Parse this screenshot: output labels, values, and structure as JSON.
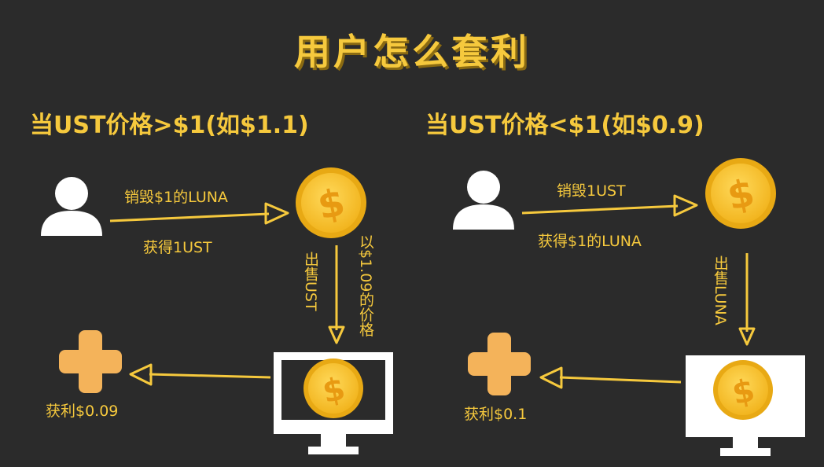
{
  "title": "用户怎么套利",
  "left": {
    "heading": "当UST价格>$1(如$1.1)",
    "arrow_top_label": "销毁$1的LUNA",
    "arrow_bottom_label": "获得1UST",
    "down_label_sell": "出售UST",
    "down_label_price": "以$1.09的价格",
    "profit_label": "获利$0.09"
  },
  "right": {
    "heading": "当UST价格<$1(如$0.9)",
    "arrow_top_label": "销毁1UST",
    "arrow_bottom_label": "获得$1的LUNA",
    "down_label_sell": "出售LUNA",
    "profit_label": "获利$0.1"
  },
  "icons": {
    "user": "user-icon",
    "coin": "dollar-coin-icon",
    "plus": "plus-icon",
    "monitor": "monitor-icon"
  },
  "colors": {
    "background": "#2b2b2b",
    "accent": "#f6c93d",
    "coin": "#f7c531",
    "plus": "#f4b35a",
    "white": "#ffffff"
  }
}
